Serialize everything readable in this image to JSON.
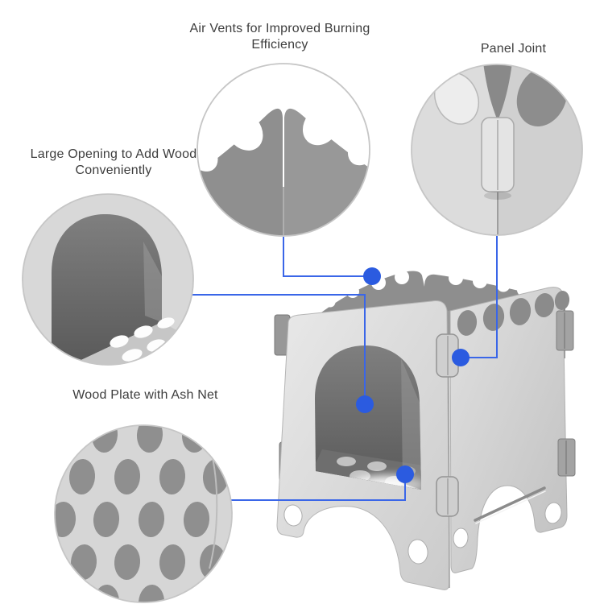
{
  "annotations": {
    "air_vents": {
      "label": "Air Vents for Improved Burning Efficiency"
    },
    "panel_joint": {
      "label": "Panel Joint"
    },
    "large_opening": {
      "label": "Large Opening to Add Wood Conveniently"
    },
    "ash_net": {
      "label": "Wood Plate with Ash Net"
    }
  },
  "colors": {
    "annotation_line": "#3A66E8",
    "annotation_dot": "#2B5BE0",
    "label_text": "#3D3D3D",
    "callout_ring": "#C6C6C6",
    "metal_light": "#DCDCDC",
    "metal_mid": "#AFAFAF",
    "metal_dark": "#8E8E8E",
    "background": "#FFFFFF"
  }
}
